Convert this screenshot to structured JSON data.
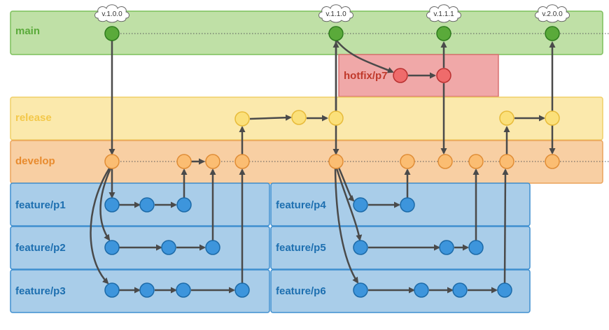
{
  "lanes": {
    "main": {
      "label": "main",
      "color": "#5aaa3a",
      "fill": "#bfe0a6",
      "stroke": "#7cbf5a"
    },
    "hotfix": {
      "label": "hotfix/p7",
      "color": "#c0392b",
      "fill": "#f0a8a8",
      "stroke": "#d97070"
    },
    "release": {
      "label": "release",
      "color": "#f3c84a",
      "fill": "#fbe9ac",
      "stroke": "#f0cf66"
    },
    "develop": {
      "label": "develop",
      "color": "#e88b2e",
      "fill": "#f8cfa3",
      "stroke": "#eba45a"
    },
    "feature_p1": {
      "label": "feature/p1",
      "color": "#1d6fb0",
      "fill": "#a9cde9",
      "stroke": "#3f8fcf"
    },
    "feature_p2": {
      "label": "feature/p2",
      "color": "#1d6fb0",
      "fill": "#a9cde9",
      "stroke": "#3f8fcf"
    },
    "feature_p3": {
      "label": "feature/p3",
      "color": "#1d6fb0",
      "fill": "#a9cde9",
      "stroke": "#3f8fcf"
    },
    "feature_p4": {
      "label": "feature/p4",
      "color": "#1d6fb0",
      "fill": "#a9cde9",
      "stroke": "#3f8fcf"
    },
    "feature_p5": {
      "label": "feature/p5",
      "color": "#1d6fb0",
      "fill": "#a9cde9",
      "stroke": "#3f8fcf"
    },
    "feature_p6": {
      "label": "feature/p6",
      "color": "#1d6fb0",
      "fill": "#a9cde9",
      "stroke": "#3f8fcf"
    }
  },
  "tags": [
    "v.1.0.0",
    "v.1.1.0",
    "v.1.1.1",
    "v.2.0.0"
  ],
  "node_colors": {
    "main": {
      "fill": "#5aaa3a",
      "stroke": "#2f7d1e"
    },
    "hotfix": {
      "fill": "#ef6b6b",
      "stroke": "#b93030"
    },
    "release": {
      "fill": "#fbe07a",
      "stroke": "#e7bb3a"
    },
    "develop": {
      "fill": "#fbbd72",
      "stroke": "#e08d36"
    },
    "feature": {
      "fill": "#3d95dc",
      "stroke": "#1c6aa8"
    }
  },
  "arrow_color": "#4a4a4a",
  "cloud_colors": {
    "fill": "#ffffff",
    "stroke": "#666666"
  }
}
